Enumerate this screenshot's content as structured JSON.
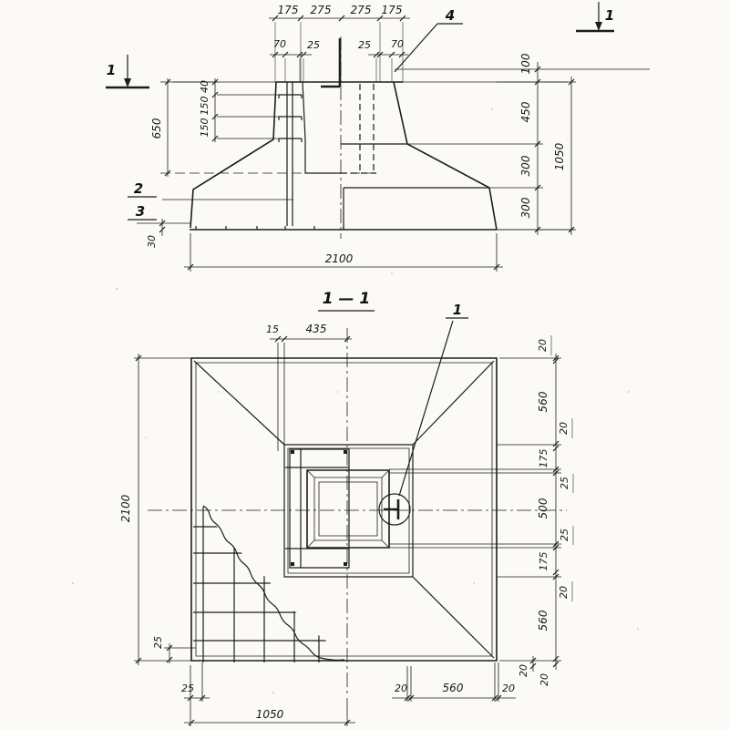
{
  "section_view": {
    "mark_left": "1",
    "mark_right": "1",
    "leader_2": "2",
    "leader_3": "3",
    "leader_4": "4",
    "top_dims": [
      "175",
      "275",
      "275",
      "175"
    ],
    "top_dims_2": [
      "70",
      "25",
      "25",
      "70"
    ],
    "left_dims": {
      "d40": "40",
      "d150a": "150",
      "d150b": "150",
      "d650": "650",
      "d30": "30"
    },
    "right_dims": {
      "d100": "100",
      "d450": "450",
      "d300a": "300",
      "d300b": "300",
      "d1050": "1050"
    },
    "bottom_dim": "2100"
  },
  "plan_view": {
    "title": "1 — 1",
    "leader_1": "1",
    "top_dims": {
      "d15": "15",
      "d435": "435"
    },
    "left_dims": {
      "d2100": "2100",
      "d25_side": "25",
      "d25_bottom": "25"
    },
    "bottom_dims": {
      "d1050": "1050",
      "d20a": "20",
      "d560": "560",
      "d20b": "20"
    },
    "right_dims": [
      "20",
      "560",
      "20",
      "175",
      "25",
      "500",
      "25",
      "175",
      "20",
      "560",
      "20"
    ],
    "corner_dim": "20"
  }
}
